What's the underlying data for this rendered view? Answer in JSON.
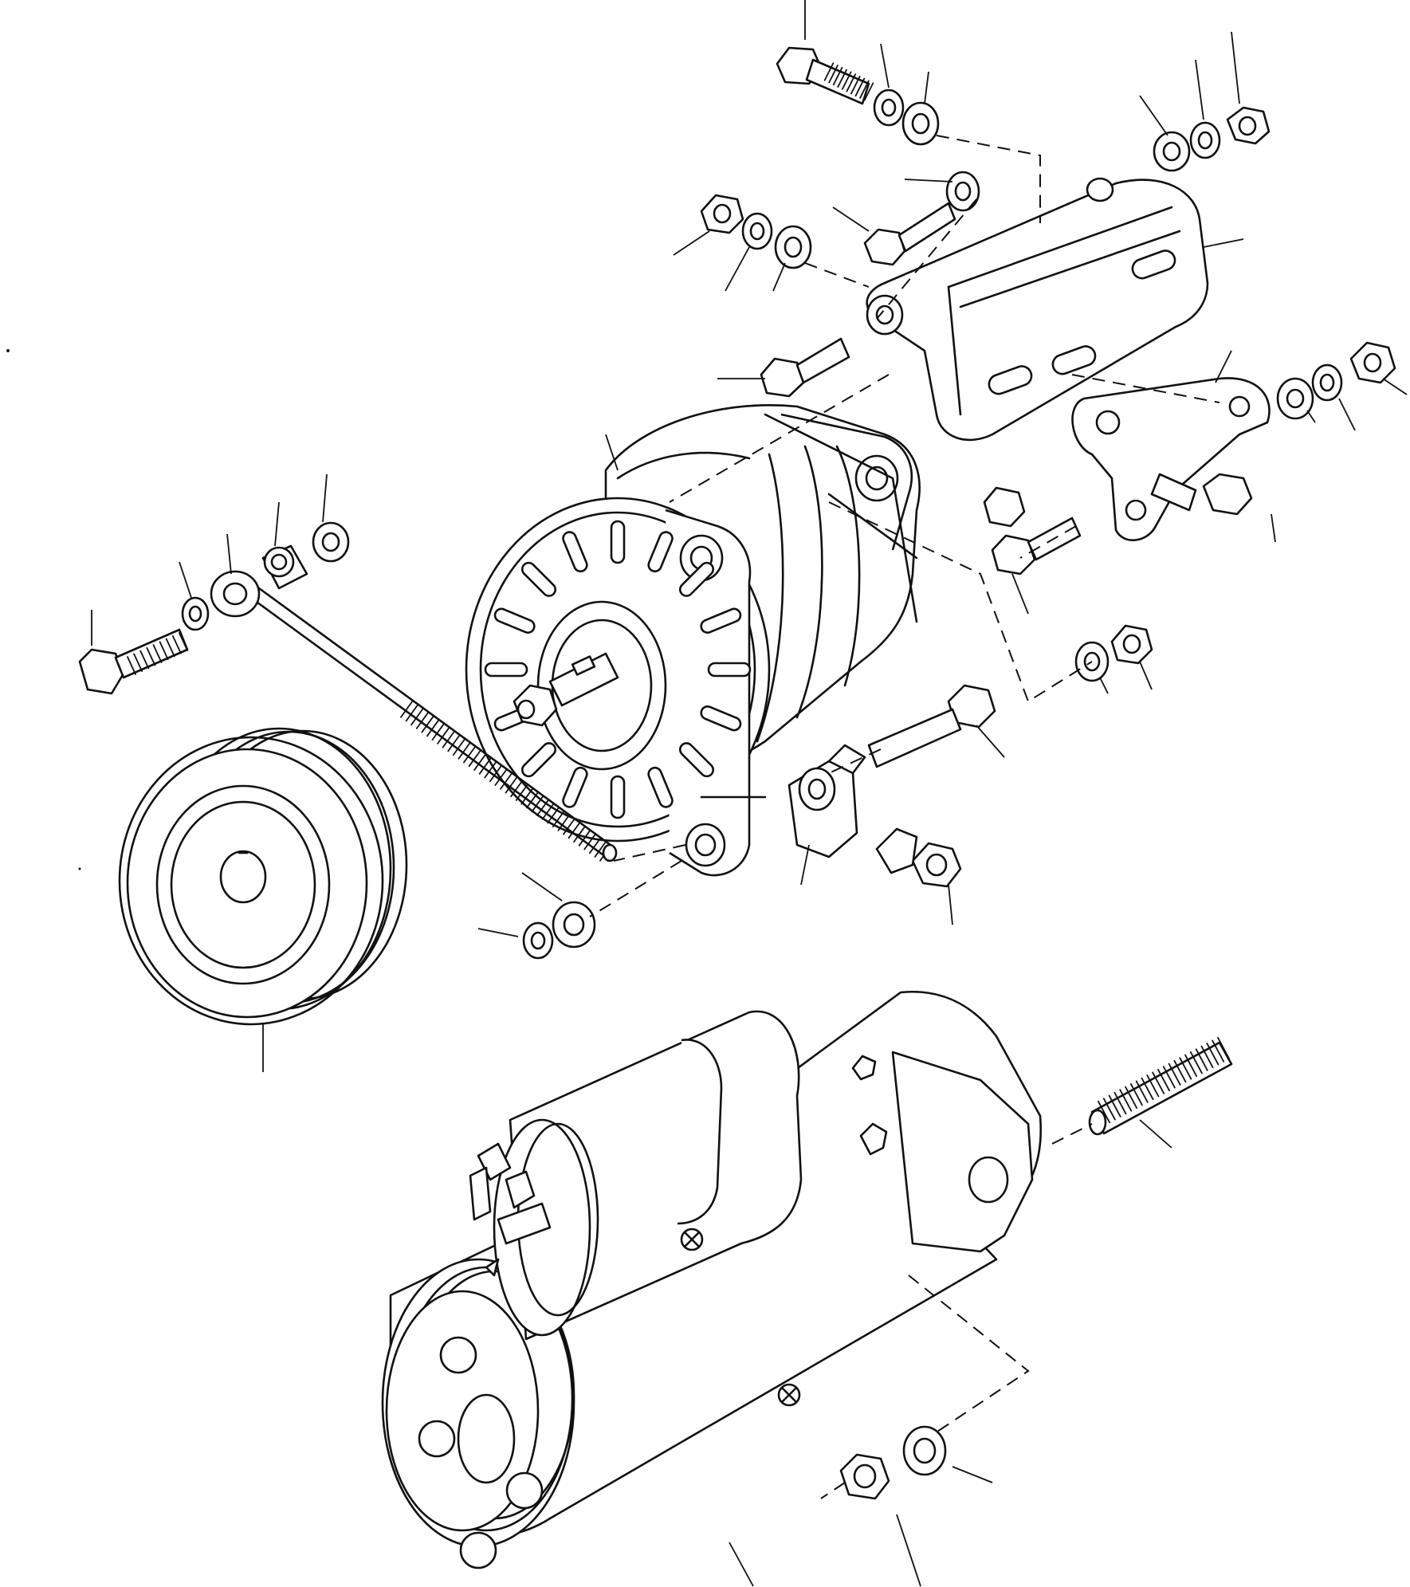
{
  "diagram": {
    "parts": [
      "alternator",
      "alternator-pulley",
      "adjusting-link-rod",
      "alternator-bracket",
      "support-plate",
      "starter-motor",
      "starter-stud",
      "bolts",
      "nuts",
      "washers",
      "spacer",
      "trunnion-block"
    ],
    "style": {
      "line_color": "#111111",
      "background": "#ffffff"
    }
  }
}
